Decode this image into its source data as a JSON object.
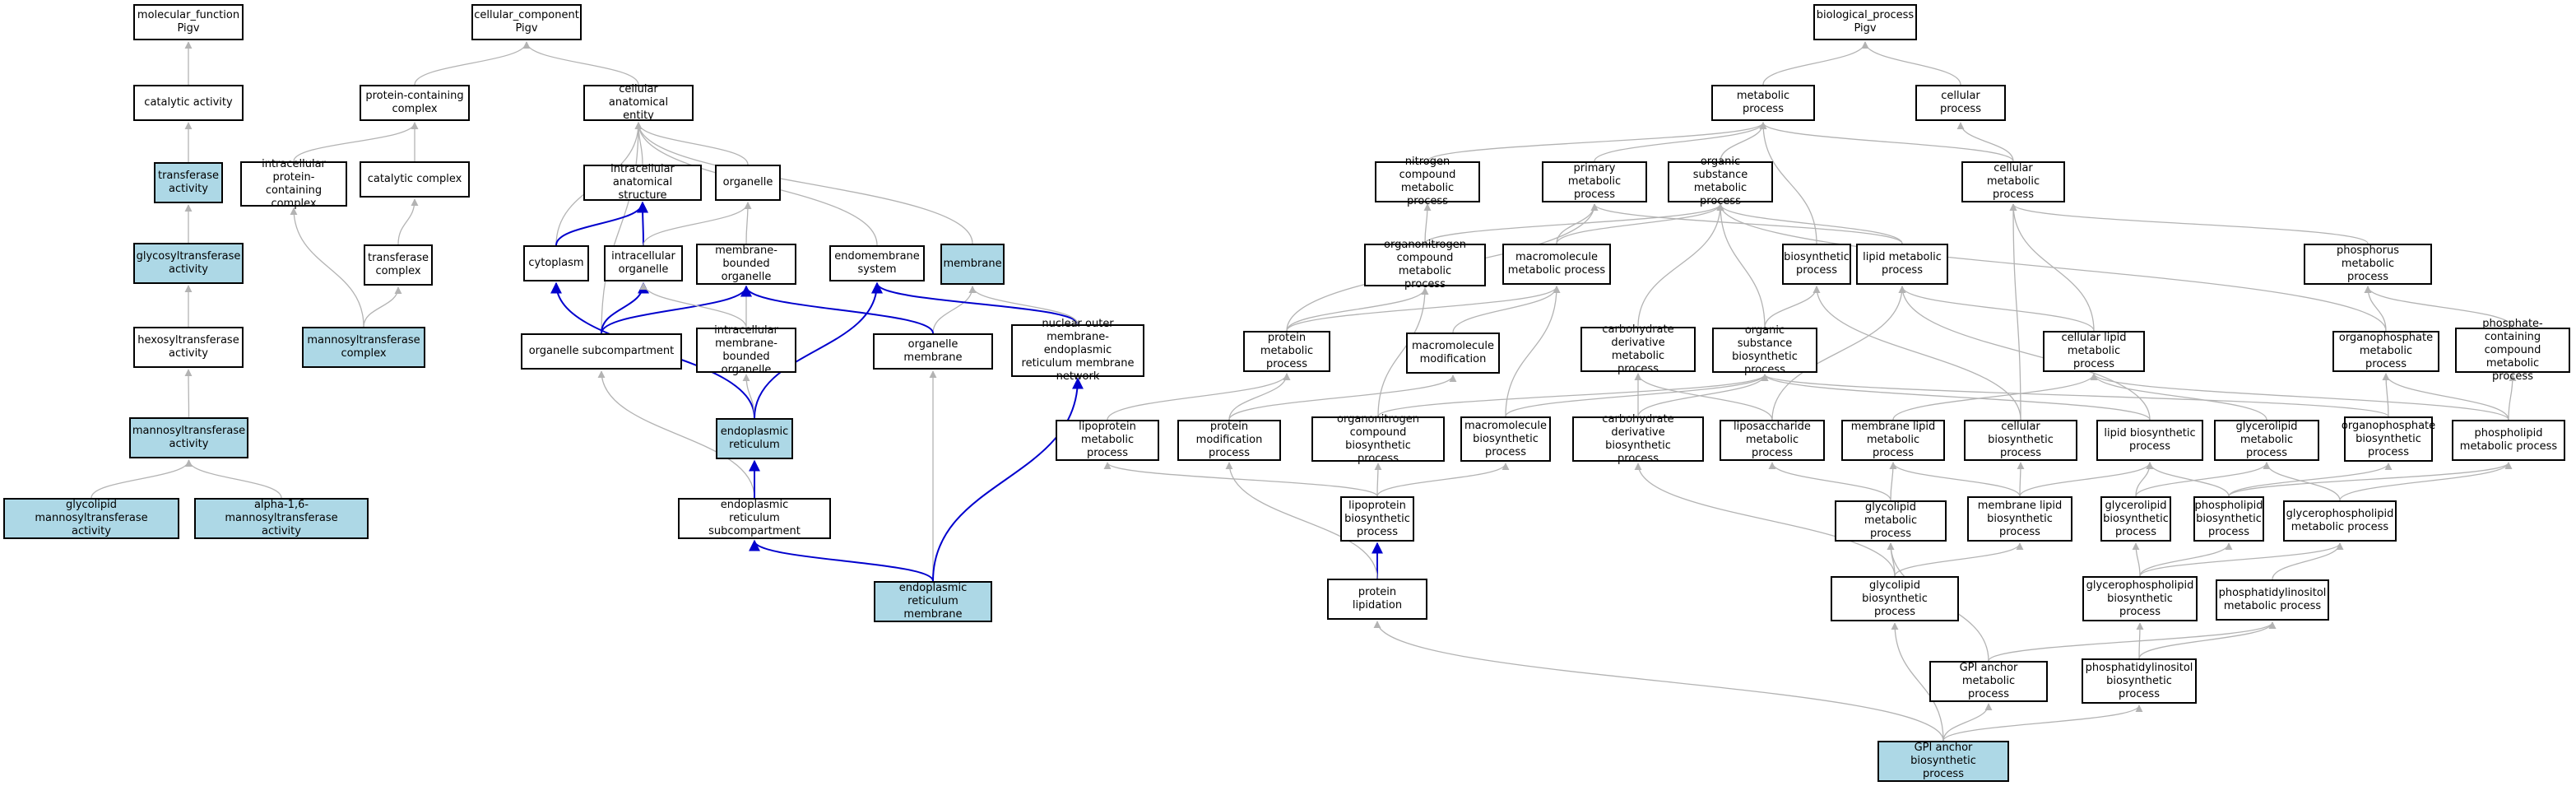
{
  "graph": {
    "highlight_color": "#add8e6",
    "grey_edge_color": "#b3b3b3",
    "blue_edge_color": "#0000cd",
    "nodes": [
      {
        "id": "mf_root",
        "label": "molecular_function\nPigv",
        "hl": false
      },
      {
        "id": "cat_act",
        "label": "catalytic activity",
        "hl": false
      },
      {
        "id": "transf_act",
        "label": "transferase\nactivity",
        "hl": true
      },
      {
        "id": "glycosyl",
        "label": "glycosyltransferase\nactivity",
        "hl": true
      },
      {
        "id": "hexosyl",
        "label": "hexosyltransferase\nactivity",
        "hl": false
      },
      {
        "id": "mannosyl",
        "label": "mannosyltransferase\nactivity",
        "hl": true
      },
      {
        "id": "glycolipid_mann",
        "label": "glycolipid mannosyltransferase\nactivity",
        "hl": true
      },
      {
        "id": "alpha16",
        "label": "alpha-1,6-mannosyltransferase\nactivity",
        "hl": true
      },
      {
        "id": "cc_root",
        "label": "cellular_component\nPigv",
        "hl": false
      },
      {
        "id": "prot_cont",
        "label": "protein-containing\ncomplex",
        "hl": false
      },
      {
        "id": "cell_anat",
        "label": "cellular anatomical\nentity",
        "hl": false
      },
      {
        "id": "intra_prot",
        "label": "intracellular\nprotein-containing\ncomplex",
        "hl": false
      },
      {
        "id": "cat_complex",
        "label": "catalytic complex",
        "hl": false
      },
      {
        "id": "transf_complex",
        "label": "transferase\ncomplex",
        "hl": false
      },
      {
        "id": "mann_complex",
        "label": "mannosyltransferase\ncomplex",
        "hl": true
      },
      {
        "id": "intra_anat",
        "label": "intracellular\nanatomical structure",
        "hl": false
      },
      {
        "id": "organelle",
        "label": "organelle",
        "hl": false
      },
      {
        "id": "cytoplasm",
        "label": "cytoplasm",
        "hl": false
      },
      {
        "id": "intra_org",
        "label": "intracellular\norganelle",
        "hl": false
      },
      {
        "id": "mem_org",
        "label": "membrane-bounded\norganelle",
        "hl": false
      },
      {
        "id": "endomem",
        "label": "endomembrane\nsystem",
        "hl": false
      },
      {
        "id": "membrane",
        "label": "membrane",
        "hl": true
      },
      {
        "id": "org_subcomp",
        "label": "organelle subcompartment",
        "hl": false
      },
      {
        "id": "intra_mem_org",
        "label": "intracellular\nmembrane-bounded\norganelle",
        "hl": false
      },
      {
        "id": "org_membrane",
        "label": "organelle membrane",
        "hl": false
      },
      {
        "id": "nuc_outer",
        "label": "nuclear outer\nmembrane-endoplasmic\nreticulum membrane\nnetwork",
        "hl": false
      },
      {
        "id": "er",
        "label": "endoplasmic\nreticulum",
        "hl": true
      },
      {
        "id": "er_subcomp",
        "label": "endoplasmic\nreticulum subcompartment",
        "hl": false
      },
      {
        "id": "er_membrane",
        "label": "endoplasmic\nreticulum membrane",
        "hl": true
      },
      {
        "id": "bp_root",
        "label": "biological_process\nPigv",
        "hl": false
      },
      {
        "id": "metabolic",
        "label": "metabolic process",
        "hl": false
      },
      {
        "id": "cellular_proc",
        "label": "cellular process",
        "hl": false
      },
      {
        "id": "nitrogen",
        "label": "nitrogen compound\nmetabolic process",
        "hl": false
      },
      {
        "id": "primary",
        "label": "primary metabolic\nprocess",
        "hl": false
      },
      {
        "id": "organic_sub",
        "label": "organic substance\nmetabolic process",
        "hl": false
      },
      {
        "id": "cell_metab",
        "label": "cellular metabolic\nprocess",
        "hl": false
      },
      {
        "id": "orgnitro_metab",
        "label": "organonitrogen\ncompound metabolic\nprocess",
        "hl": false
      },
      {
        "id": "macro_metab",
        "label": "macromolecule\nmetabolic process",
        "hl": false
      },
      {
        "id": "biosynthetic",
        "label": "biosynthetic\nprocess",
        "hl": false
      },
      {
        "id": "lipid_metab",
        "label": "lipid metabolic\nprocess",
        "hl": false
      },
      {
        "id": "phosphorus",
        "label": "phosphorus metabolic\nprocess",
        "hl": false
      },
      {
        "id": "protein_metab",
        "label": "protein metabolic\nprocess",
        "hl": false
      },
      {
        "id": "macro_mod",
        "label": "macromolecule\nmodification",
        "hl": false
      },
      {
        "id": "carb_deriv_metab",
        "label": "carbohydrate\nderivative metabolic\nprocess",
        "hl": false
      },
      {
        "id": "org_sub_bio",
        "label": "organic substance\nbiosynthetic\nprocess",
        "hl": false
      },
      {
        "id": "cell_lipid",
        "label": "cellular lipid\nmetabolic process",
        "hl": false
      },
      {
        "id": "organophos_metab",
        "label": "organophosphate\nmetabolic process",
        "hl": false
      },
      {
        "id": "phosphate_cont",
        "label": "phosphate-containing\ncompound metabolic\nprocess",
        "hl": false
      },
      {
        "id": "lipoprotein_metab",
        "label": "lipoprotein\nmetabolic process",
        "hl": false
      },
      {
        "id": "prot_mod",
        "label": "protein modification\nprocess",
        "hl": false
      },
      {
        "id": "orgnitro_bio",
        "label": "organonitrogen\ncompound biosynthetic\nprocess",
        "hl": false
      },
      {
        "id": "macro_bio",
        "label": "macromolecule\nbiosynthetic\nprocess",
        "hl": false
      },
      {
        "id": "carb_deriv_bio",
        "label": "carbohydrate\nderivative biosynthetic\nprocess",
        "hl": false
      },
      {
        "id": "liposacch",
        "label": "liposaccharide\nmetabolic process",
        "hl": false
      },
      {
        "id": "mem_lipid_metab",
        "label": "membrane lipid\nmetabolic process",
        "hl": false
      },
      {
        "id": "cell_bio",
        "label": "cellular biosynthetic\nprocess",
        "hl": false
      },
      {
        "id": "lipid_bio",
        "label": "lipid biosynthetic\nprocess",
        "hl": false
      },
      {
        "id": "glycerolipid_metab",
        "label": "glycerolipid\nmetabolic process",
        "hl": false
      },
      {
        "id": "organophos_bio",
        "label": "organophosphate\nbiosynthetic\nprocess",
        "hl": false
      },
      {
        "id": "phospholipid_metab",
        "label": "phospholipid\nmetabolic process",
        "hl": false
      },
      {
        "id": "lipoprotein_bio",
        "label": "lipoprotein\nbiosynthetic\nprocess",
        "hl": false
      },
      {
        "id": "glycolipid_metab",
        "label": "glycolipid metabolic\nprocess",
        "hl": false
      },
      {
        "id": "mem_lipid_bio",
        "label": "membrane lipid\nbiosynthetic\nprocess",
        "hl": false
      },
      {
        "id": "glycerolipid_bio",
        "label": "glycerolipid\nbiosynthetic\nprocess",
        "hl": false
      },
      {
        "id": "phospholipid_bio",
        "label": "phospholipid\nbiosynthetic\nprocess",
        "hl": false
      },
      {
        "id": "glycerophos_metab",
        "label": "glycerophospholipid\nmetabolic process",
        "hl": false
      },
      {
        "id": "prot_lipidation",
        "label": "protein lipidation",
        "hl": false
      },
      {
        "id": "glycolipid_bio",
        "label": "glycolipid biosynthetic\nprocess",
        "hl": false
      },
      {
        "id": "glycerophos_bio",
        "label": "glycerophospholipid\nbiosynthetic\nprocess",
        "hl": false
      },
      {
        "id": "phosphatidyl_metab",
        "label": "phosphatidylinositol\nmetabolic process",
        "hl": false
      },
      {
        "id": "gpi_metab",
        "label": "GPI anchor metabolic\nprocess",
        "hl": false
      },
      {
        "id": "phosphatidyl_bio",
        "label": "phosphatidylinositol\nbiosynthetic\nprocess",
        "hl": false
      },
      {
        "id": "gpi_bio",
        "label": "GPI anchor biosynthetic\nprocess",
        "hl": true
      }
    ],
    "edges": [
      [
        "cat_act",
        "mf_root",
        "grey"
      ],
      [
        "transf_act",
        "cat_act",
        "grey"
      ],
      [
        "glycosyl",
        "transf_act",
        "grey"
      ],
      [
        "hexosyl",
        "glycosyl",
        "grey"
      ],
      [
        "mannosyl",
        "hexosyl",
        "grey"
      ],
      [
        "glycolipid_mann",
        "mannosyl",
        "grey"
      ],
      [
        "alpha16",
        "mannosyl",
        "grey"
      ],
      [
        "prot_cont",
        "cc_root",
        "grey"
      ],
      [
        "cell_anat",
        "cc_root",
        "grey"
      ],
      [
        "intra_prot",
        "prot_cont",
        "grey"
      ],
      [
        "cat_complex",
        "prot_cont",
        "grey"
      ],
      [
        "transf_complex",
        "cat_complex",
        "grey"
      ],
      [
        "mann_complex",
        "intra_prot",
        "grey"
      ],
      [
        "mann_complex",
        "transf_complex",
        "grey"
      ],
      [
        "intra_anat",
        "cell_anat",
        "grey"
      ],
      [
        "organelle",
        "cell_anat",
        "grey"
      ],
      [
        "cytoplasm",
        "cell_anat",
        "grey"
      ],
      [
        "endomem",
        "cell_anat",
        "grey"
      ],
      [
        "membrane",
        "cell_anat",
        "grey"
      ],
      [
        "org_subcomp",
        "cell_anat",
        "grey"
      ],
      [
        "cytoplasm",
        "intra_anat",
        "blue"
      ],
      [
        "intra_org",
        "intra_anat",
        "blue"
      ],
      [
        "intra_org",
        "organelle",
        "grey"
      ],
      [
        "mem_org",
        "organelle",
        "grey"
      ],
      [
        "org_subcomp",
        "intra_org",
        "blue"
      ],
      [
        "org_subcomp",
        "mem_org",
        "blue"
      ],
      [
        "intra_mem_org",
        "intra_org",
        "grey"
      ],
      [
        "intra_mem_org",
        "mem_org",
        "grey"
      ],
      [
        "org_membrane",
        "membrane",
        "grey"
      ],
      [
        "org_membrane",
        "mem_org",
        "blue"
      ],
      [
        "nuc_outer",
        "endomem",
        "blue"
      ],
      [
        "nuc_outer",
        "membrane",
        "grey"
      ],
      [
        "er",
        "cytoplasm",
        "blue"
      ],
      [
        "er",
        "intra_mem_org",
        "grey"
      ],
      [
        "er",
        "endomem",
        "blue"
      ],
      [
        "er_subcomp",
        "org_subcomp",
        "grey"
      ],
      [
        "er_subcomp",
        "er",
        "blue"
      ],
      [
        "er_membrane",
        "er_subcomp",
        "blue"
      ],
      [
        "er_membrane",
        "org_membrane",
        "grey"
      ],
      [
        "er_membrane",
        "nuc_outer",
        "blue"
      ],
      [
        "metabolic",
        "bp_root",
        "grey"
      ],
      [
        "cellular_proc",
        "bp_root",
        "grey"
      ],
      [
        "nitrogen",
        "metabolic",
        "grey"
      ],
      [
        "primary",
        "metabolic",
        "grey"
      ],
      [
        "organic_sub",
        "metabolic",
        "grey"
      ],
      [
        "cell_metab",
        "metabolic",
        "grey"
      ],
      [
        "cell_metab",
        "cellular_proc",
        "grey"
      ],
      [
        "biosynthetic",
        "metabolic",
        "grey"
      ],
      [
        "orgnitro_metab",
        "organic_sub",
        "grey"
      ],
      [
        "orgnitro_metab",
        "nitrogen",
        "grey"
      ],
      [
        "macro_metab",
        "organic_sub",
        "grey"
      ],
      [
        "macro_metab",
        "primary",
        "grey"
      ],
      [
        "lipid_metab",
        "organic_sub",
        "grey"
      ],
      [
        "lipid_metab",
        "primary",
        "grey"
      ],
      [
        "phosphorus",
        "cell_metab",
        "grey"
      ],
      [
        "protein_metab",
        "orgnitro_metab",
        "grey"
      ],
      [
        "protein_metab",
        "macro_metab",
        "grey"
      ],
      [
        "protein_metab",
        "primary",
        "grey"
      ],
      [
        "macro_mod",
        "macro_metab",
        "grey"
      ],
      [
        "carb_deriv_metab",
        "organic_sub",
        "grey"
      ],
      [
        "org_sub_bio",
        "organic_sub",
        "grey"
      ],
      [
        "org_sub_bio",
        "biosynthetic",
        "grey"
      ],
      [
        "cell_lipid",
        "lipid_metab",
        "grey"
      ],
      [
        "cell_lipid",
        "cell_metab",
        "grey"
      ],
      [
        "organophos_metab",
        "phosphorus",
        "grey"
      ],
      [
        "organophos_metab",
        "organic_sub",
        "grey"
      ],
      [
        "phosphate_cont",
        "phosphorus",
        "grey"
      ],
      [
        "lipoprotein_metab",
        "protein_metab",
        "grey"
      ],
      [
        "prot_mod",
        "protein_metab",
        "grey"
      ],
      [
        "prot_mod",
        "macro_mod",
        "grey"
      ],
      [
        "orgnitro_bio",
        "orgnitro_metab",
        "grey"
      ],
      [
        "orgnitro_bio",
        "org_sub_bio",
        "grey"
      ],
      [
        "macro_bio",
        "macro_metab",
        "grey"
      ],
      [
        "macro_bio",
        "org_sub_bio",
        "grey"
      ],
      [
        "carb_deriv_bio",
        "carb_deriv_metab",
        "grey"
      ],
      [
        "carb_deriv_bio",
        "org_sub_bio",
        "grey"
      ],
      [
        "liposacch",
        "lipid_metab",
        "grey"
      ],
      [
        "liposacch",
        "carb_deriv_metab",
        "grey"
      ],
      [
        "mem_lipid_metab",
        "cell_lipid",
        "grey"
      ],
      [
        "cell_bio",
        "cell_metab",
        "grey"
      ],
      [
        "cell_bio",
        "biosynthetic",
        "grey"
      ],
      [
        "lipid_bio",
        "lipid_metab",
        "grey"
      ],
      [
        "lipid_bio",
        "org_sub_bio",
        "grey"
      ],
      [
        "glycerolipid_metab",
        "cell_lipid",
        "grey"
      ],
      [
        "organophos_bio",
        "organophos_metab",
        "grey"
      ],
      [
        "organophos_bio",
        "org_sub_bio",
        "grey"
      ],
      [
        "phospholipid_metab",
        "organophos_metab",
        "grey"
      ],
      [
        "phospholipid_metab",
        "phosphate_cont",
        "grey"
      ],
      [
        "phospholipid_metab",
        "cell_lipid",
        "grey"
      ],
      [
        "lipoprotein_bio",
        "lipoprotein_metab",
        "grey"
      ],
      [
        "lipoprotein_bio",
        "orgnitro_bio",
        "grey"
      ],
      [
        "lipoprotein_bio",
        "macro_bio",
        "grey"
      ],
      [
        "glycolipid_metab",
        "liposacch",
        "grey"
      ],
      [
        "glycolipid_metab",
        "mem_lipid_metab",
        "grey"
      ],
      [
        "mem_lipid_bio",
        "mem_lipid_metab",
        "grey"
      ],
      [
        "mem_lipid_bio",
        "lipid_bio",
        "grey"
      ],
      [
        "mem_lipid_bio",
        "cell_bio",
        "grey"
      ],
      [
        "glycerolipid_bio",
        "glycerolipid_metab",
        "grey"
      ],
      [
        "glycerolipid_bio",
        "lipid_bio",
        "grey"
      ],
      [
        "phospholipid_bio",
        "phospholipid_metab",
        "grey"
      ],
      [
        "phospholipid_bio",
        "lipid_bio",
        "grey"
      ],
      [
        "phospholipid_bio",
        "organophos_bio",
        "grey"
      ],
      [
        "glycerophos_metab",
        "glycerolipid_metab",
        "grey"
      ],
      [
        "glycerophos_metab",
        "phospholipid_metab",
        "grey"
      ],
      [
        "prot_lipidation",
        "lipoprotein_bio",
        "blue"
      ],
      [
        "prot_lipidation",
        "prot_mod",
        "grey"
      ],
      [
        "glycolipid_bio",
        "glycolipid_metab",
        "grey"
      ],
      [
        "glycolipid_bio",
        "mem_lipid_bio",
        "grey"
      ],
      [
        "glycolipid_bio",
        "carb_deriv_bio",
        "grey"
      ],
      [
        "glycerophos_bio",
        "glycerophos_metab",
        "grey"
      ],
      [
        "glycerophos_bio",
        "glycerolipid_bio",
        "grey"
      ],
      [
        "glycerophos_bio",
        "phospholipid_bio",
        "grey"
      ],
      [
        "phosphatidyl_metab",
        "glycerophos_metab",
        "grey"
      ],
      [
        "gpi_metab",
        "glycolipid_metab",
        "grey"
      ],
      [
        "gpi_metab",
        "phosphatidyl_metab",
        "grey"
      ],
      [
        "phosphatidyl_bio",
        "phosphatidyl_metab",
        "grey"
      ],
      [
        "phosphatidyl_bio",
        "glycerophos_bio",
        "grey"
      ],
      [
        "gpi_bio",
        "gpi_metab",
        "grey"
      ],
      [
        "gpi_bio",
        "glycolipid_bio",
        "grey"
      ],
      [
        "gpi_bio",
        "phosphatidyl_bio",
        "grey"
      ],
      [
        "gpi_bio",
        "prot_lipidation",
        "grey"
      ]
    ]
  }
}
